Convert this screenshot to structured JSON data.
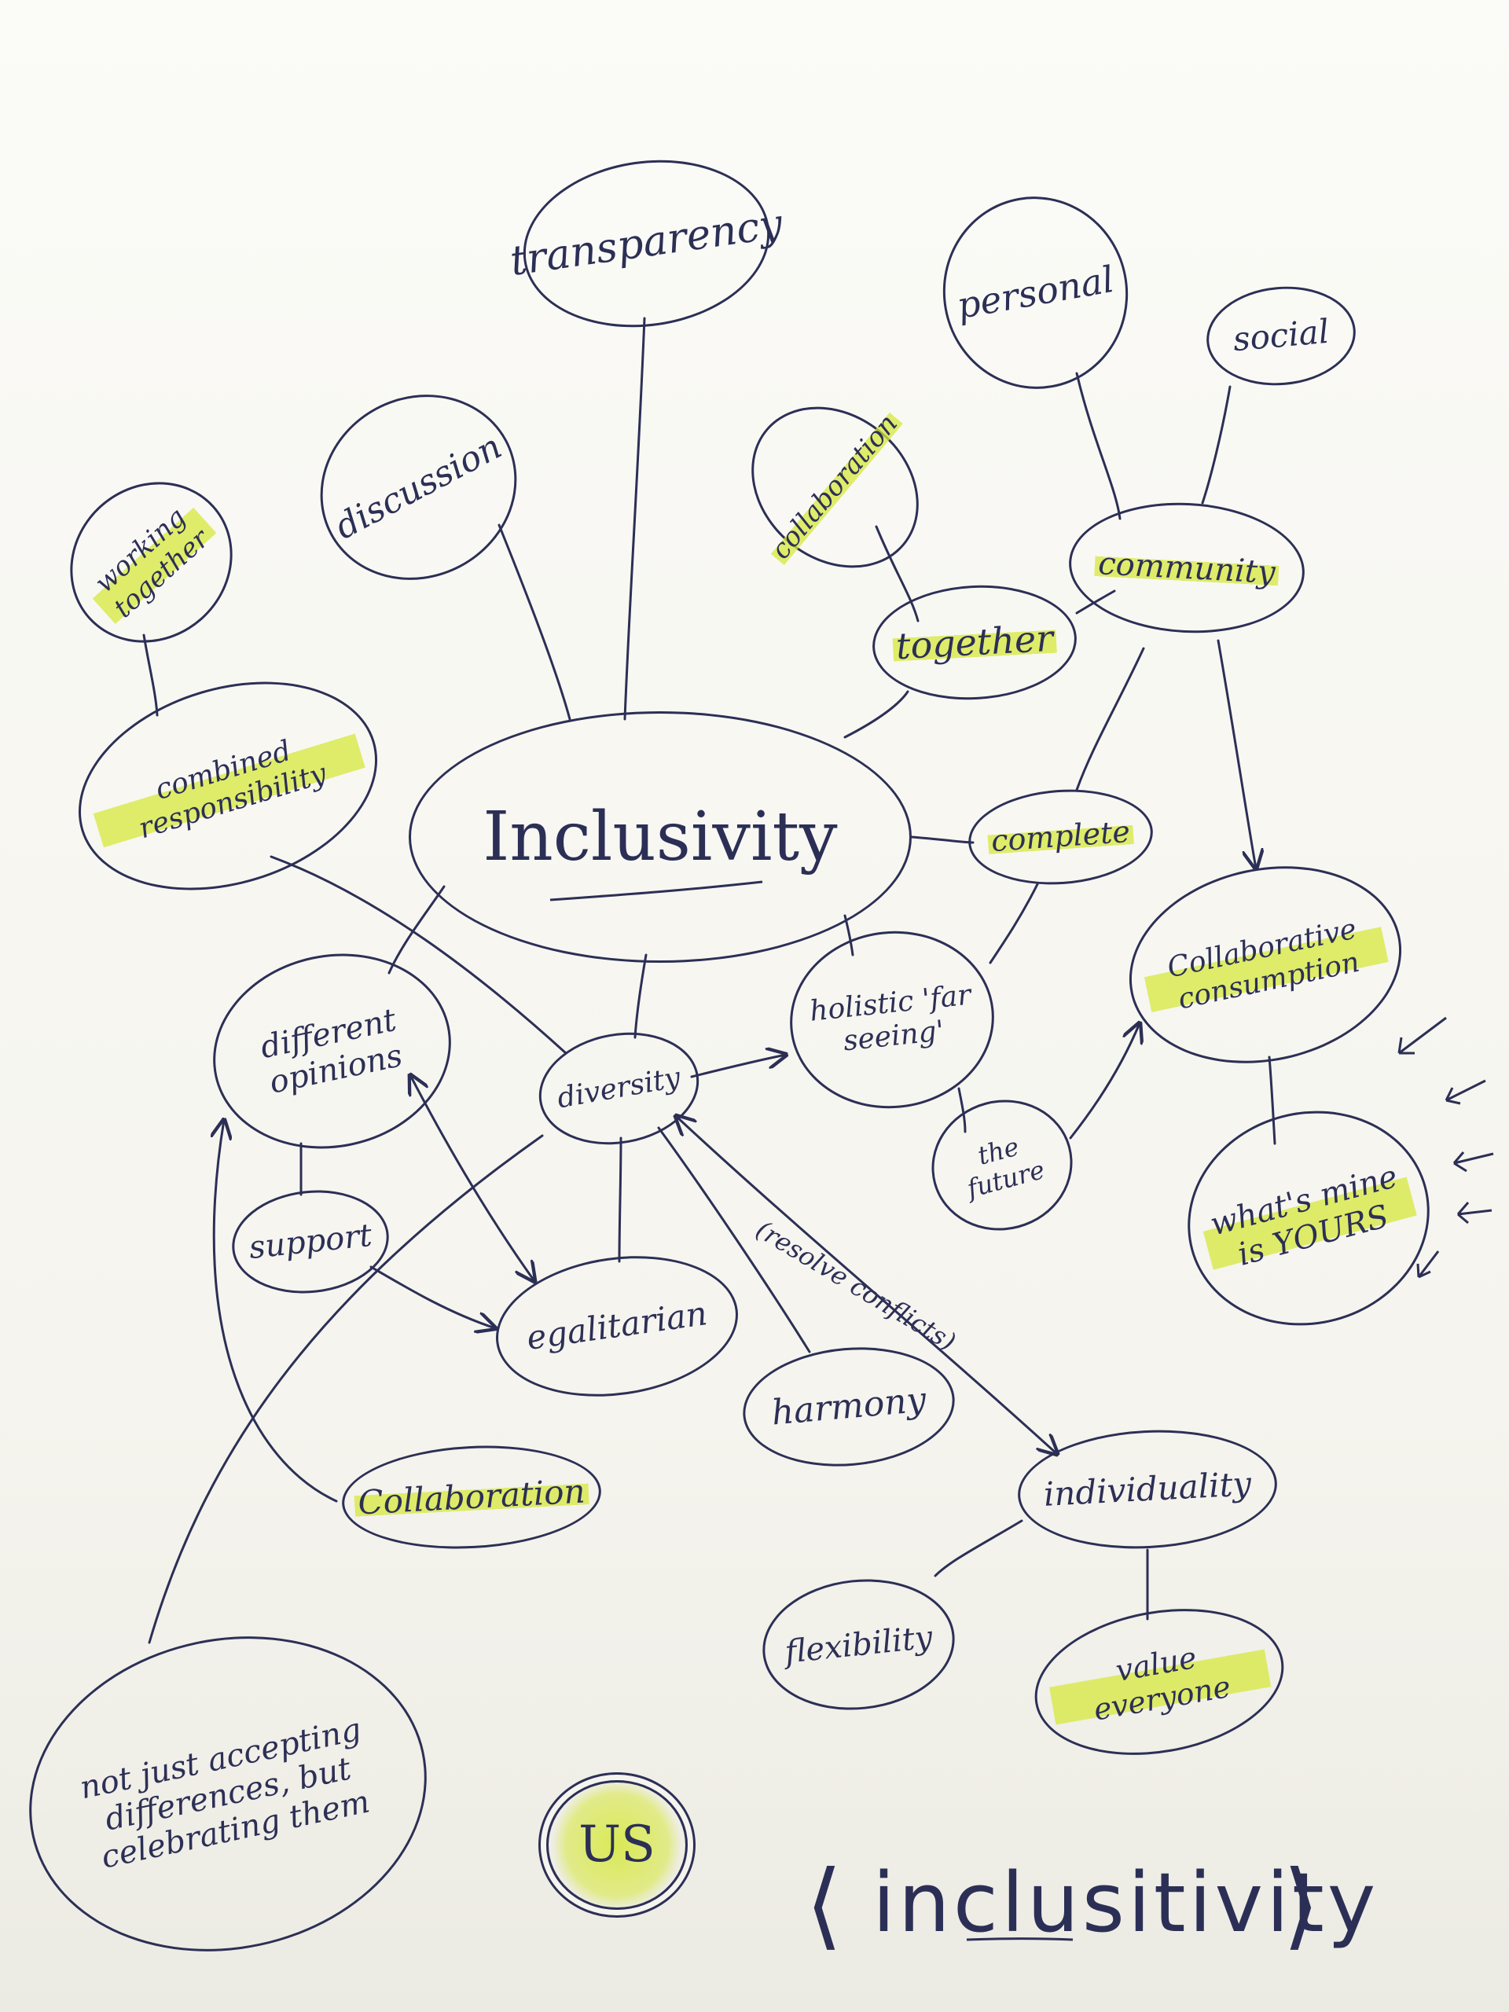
{
  "diagram": {
    "center": "Inclusivity",
    "nodes": {
      "transparency": "transparency",
      "personal": "personal",
      "social": "social",
      "discussion": "discussion",
      "collaboration_top": "collaboration",
      "community": "community",
      "working_together": "working together",
      "together": "together",
      "combined_responsibility": "combined responsibility",
      "complete": "complete",
      "collaborative_consumption": "Collaborative consumption",
      "different_opinions": "different opinions",
      "holistic": "holistic 'far seeing'",
      "diversity": "diversity",
      "the_future": "the future",
      "whats_mine": "what's mine is YOURS",
      "support": "support",
      "egalitarian": "egalitarian",
      "harmony": "harmony",
      "collaboration": "Collaboration",
      "individuality": "individuality",
      "flexibility": "flexibility",
      "value_everyone": "value everyone",
      "not_just": "not just accepting differences, but celebrating them",
      "us": "US"
    },
    "annotations": {
      "resolve_conflicts": "(resolve conflicts)",
      "bottom_word": "inclusitivity",
      "bracket_left": "⟨",
      "bracket_right": "⟩"
    },
    "colors": {
      "ink": "#2c2f55",
      "highlight": "#d6e83c",
      "paper": "#f6f5f0"
    },
    "icons": {
      "emphasis_arrows": "arrow-icon"
    }
  }
}
